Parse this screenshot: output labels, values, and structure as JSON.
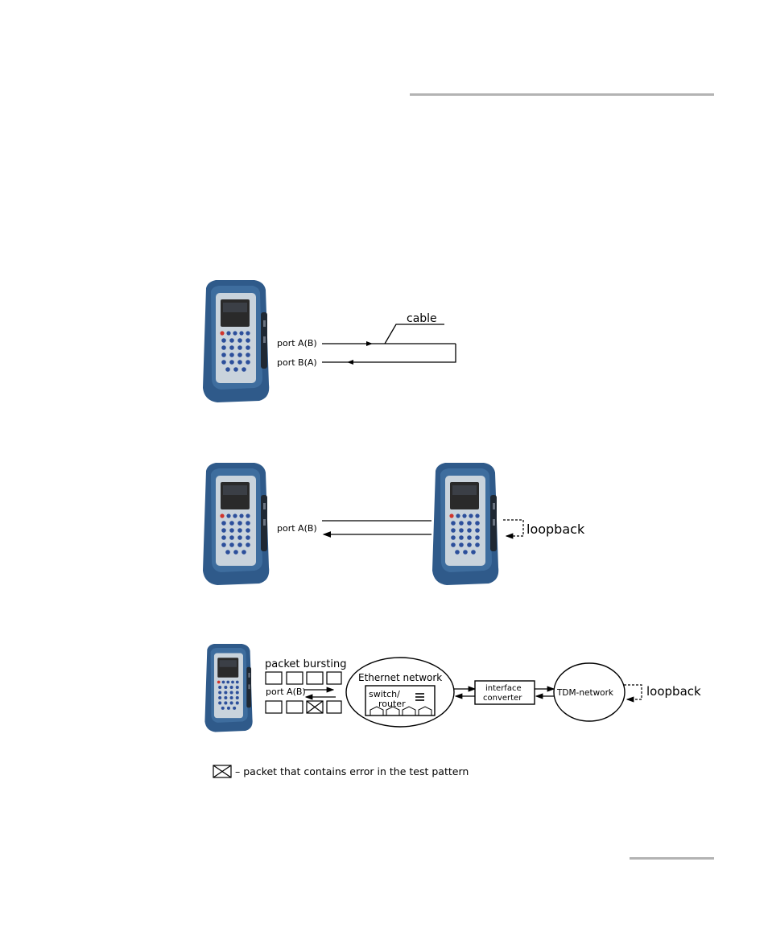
{
  "diagram1": {
    "cable_label": "cable",
    "port1_label": "port A(B)",
    "port2_label": "port B(A)"
  },
  "diagram2": {
    "port_label": "port A(B)",
    "loopback_label": "loopback"
  },
  "diagram3": {
    "packet_bursting_label": "packet bursting",
    "port_label": "port A(B)",
    "ethernet_label": "Ethernet network",
    "switch_label_1": "switch/",
    "switch_label_2": "router",
    "converter_label_1": "interface",
    "converter_label_2": "converter",
    "tdm_label": "TDM-network",
    "loopback_label": "loopback"
  },
  "legend": {
    "text": "– packet that contains error in the test pattern"
  },
  "colors": {
    "device_body": "#3e6d9e",
    "device_bumper": "#2f5a8a",
    "device_panel": "#c9d3dc",
    "device_screen": "#2a2a2a",
    "device_key": "#2c4f9b",
    "device_key_red": "#d0342c",
    "rule": "#b3b3b3"
  },
  "icons": [
    "tester-device-icon",
    "error-packet-icon",
    "switch-router-icon"
  ]
}
